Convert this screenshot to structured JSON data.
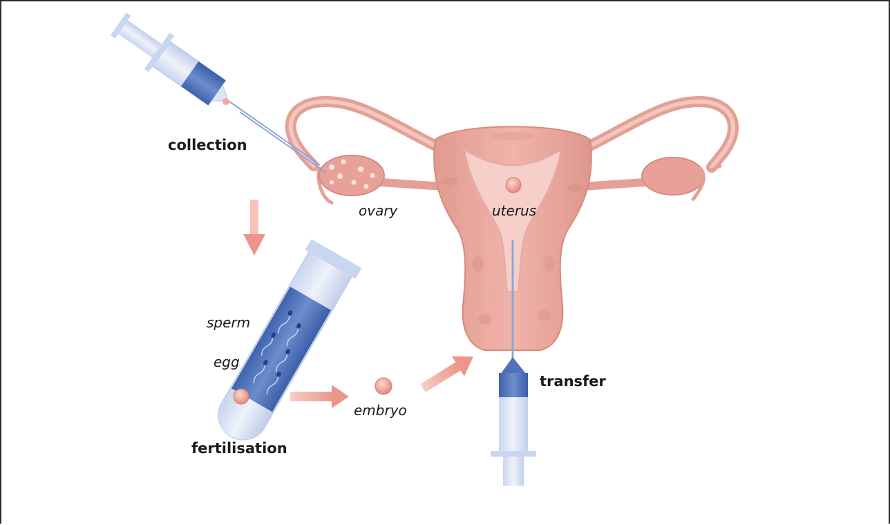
{
  "labels": {
    "collection": "collection",
    "ovary": "ovary",
    "uterus": "uterus",
    "sperm": "sperm",
    "egg": "egg",
    "embryo": "embryo",
    "transfer": "transfer",
    "fertilisation": "fertilisation"
  },
  "colors": {
    "tissue": "#e8a39a",
    "tissue_dark": "#d98c82",
    "tissue_light": "#f4c8c0",
    "syringe_body": "#dfe7f5",
    "syringe_fluid": "#4f72b8",
    "arrow": "#eea298",
    "egg": "#f0a8a0"
  }
}
